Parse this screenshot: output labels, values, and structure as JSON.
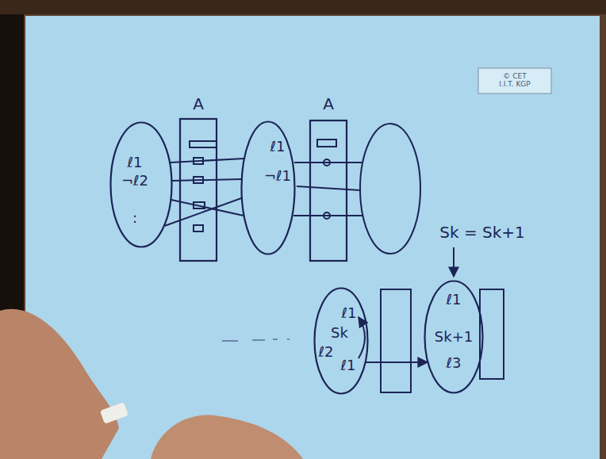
{
  "diagram": {
    "nodes": [
      {
        "text": [
          "ℓ1",
          "¬ℓ2",
          ":"
        ]
      },
      {
        "text": [
          "A"
        ]
      },
      {
        "text": [
          "ℓ1",
          "¬ℓ1"
        ]
      },
      {
        "text": [
          "A"
        ]
      },
      {
        "text": [
          "ℓ1",
          "Sk",
          "ℓ2",
          "ℓ1"
        ]
      },
      {
        "text": [
          "ℓ1",
          "Sk+1",
          "ℓ3"
        ]
      }
    ],
    "edges": [
      {
        "from": 0,
        "to": 2,
        "arrow": "none"
      },
      {
        "from": 0,
        "to": 2,
        "arrow": "none"
      },
      {
        "from": 0,
        "to": 2,
        "arrow": "none"
      },
      {
        "from": 0,
        "to": 2,
        "arrow": "none"
      },
      {
        "from": 4,
        "to": 5,
        "arrow": "to"
      }
    ],
    "labels": [
      "© CET I.I.T. KGP",
      "Sk = Sk+1"
    ]
  }
}
